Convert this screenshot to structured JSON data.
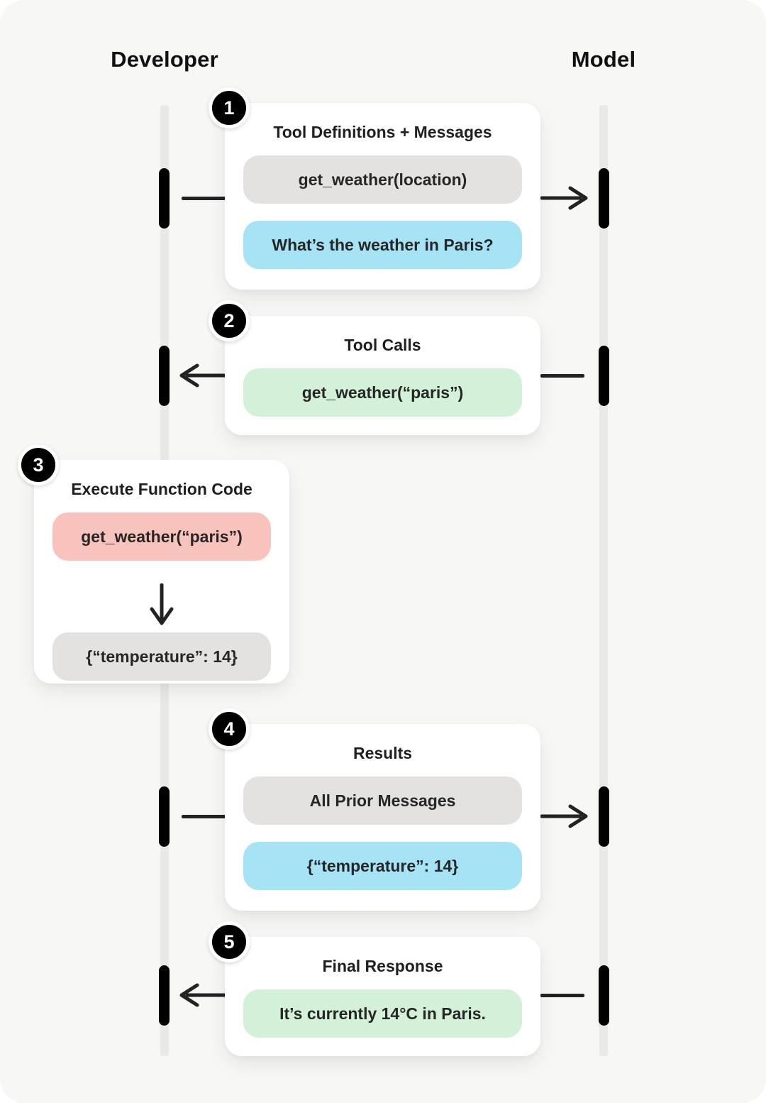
{
  "colors": {
    "page-bg": "#f7f7f6",
    "lifeline": "#e9e9e8",
    "card-bg": "#ffffff",
    "pill-gray": "#e3e2e1",
    "pill-blue": "#a6e3f5",
    "pill-green": "#d3f1d8",
    "pill-pink": "#f9c3bd",
    "ink": "#000000",
    "arrow": "#222222",
    "text": "#202123"
  },
  "actors": {
    "developer": "Developer",
    "model": "Model"
  },
  "steps": [
    {
      "number": "1",
      "title": "Tool Definitions + Messages",
      "direction": "developer-to-model",
      "pills": [
        {
          "text": "get_weather(location)",
          "color": "gray"
        },
        {
          "text": "What’s the weather in Paris?",
          "color": "blue"
        }
      ]
    },
    {
      "number": "2",
      "title": "Tool Calls",
      "direction": "model-to-developer",
      "pills": [
        {
          "text": "get_weather(“paris”)",
          "color": "green"
        }
      ]
    },
    {
      "number": "3",
      "title": "Execute Function Code",
      "direction": "internal",
      "pills": [
        {
          "text": "get_weather(“paris”)",
          "color": "pink"
        },
        {
          "text": "{“temperature”: 14}",
          "color": "gray"
        }
      ]
    },
    {
      "number": "4",
      "title": "Results",
      "direction": "developer-to-model",
      "pills": [
        {
          "text": "All Prior Messages",
          "color": "gray"
        },
        {
          "text": "{“temperature”: 14}",
          "color": "blue"
        }
      ]
    },
    {
      "number": "5",
      "title": "Final Response",
      "direction": "model-to-developer",
      "pills": [
        {
          "text": "It’s currently 14°C in Paris.",
          "color": "green"
        }
      ]
    }
  ]
}
